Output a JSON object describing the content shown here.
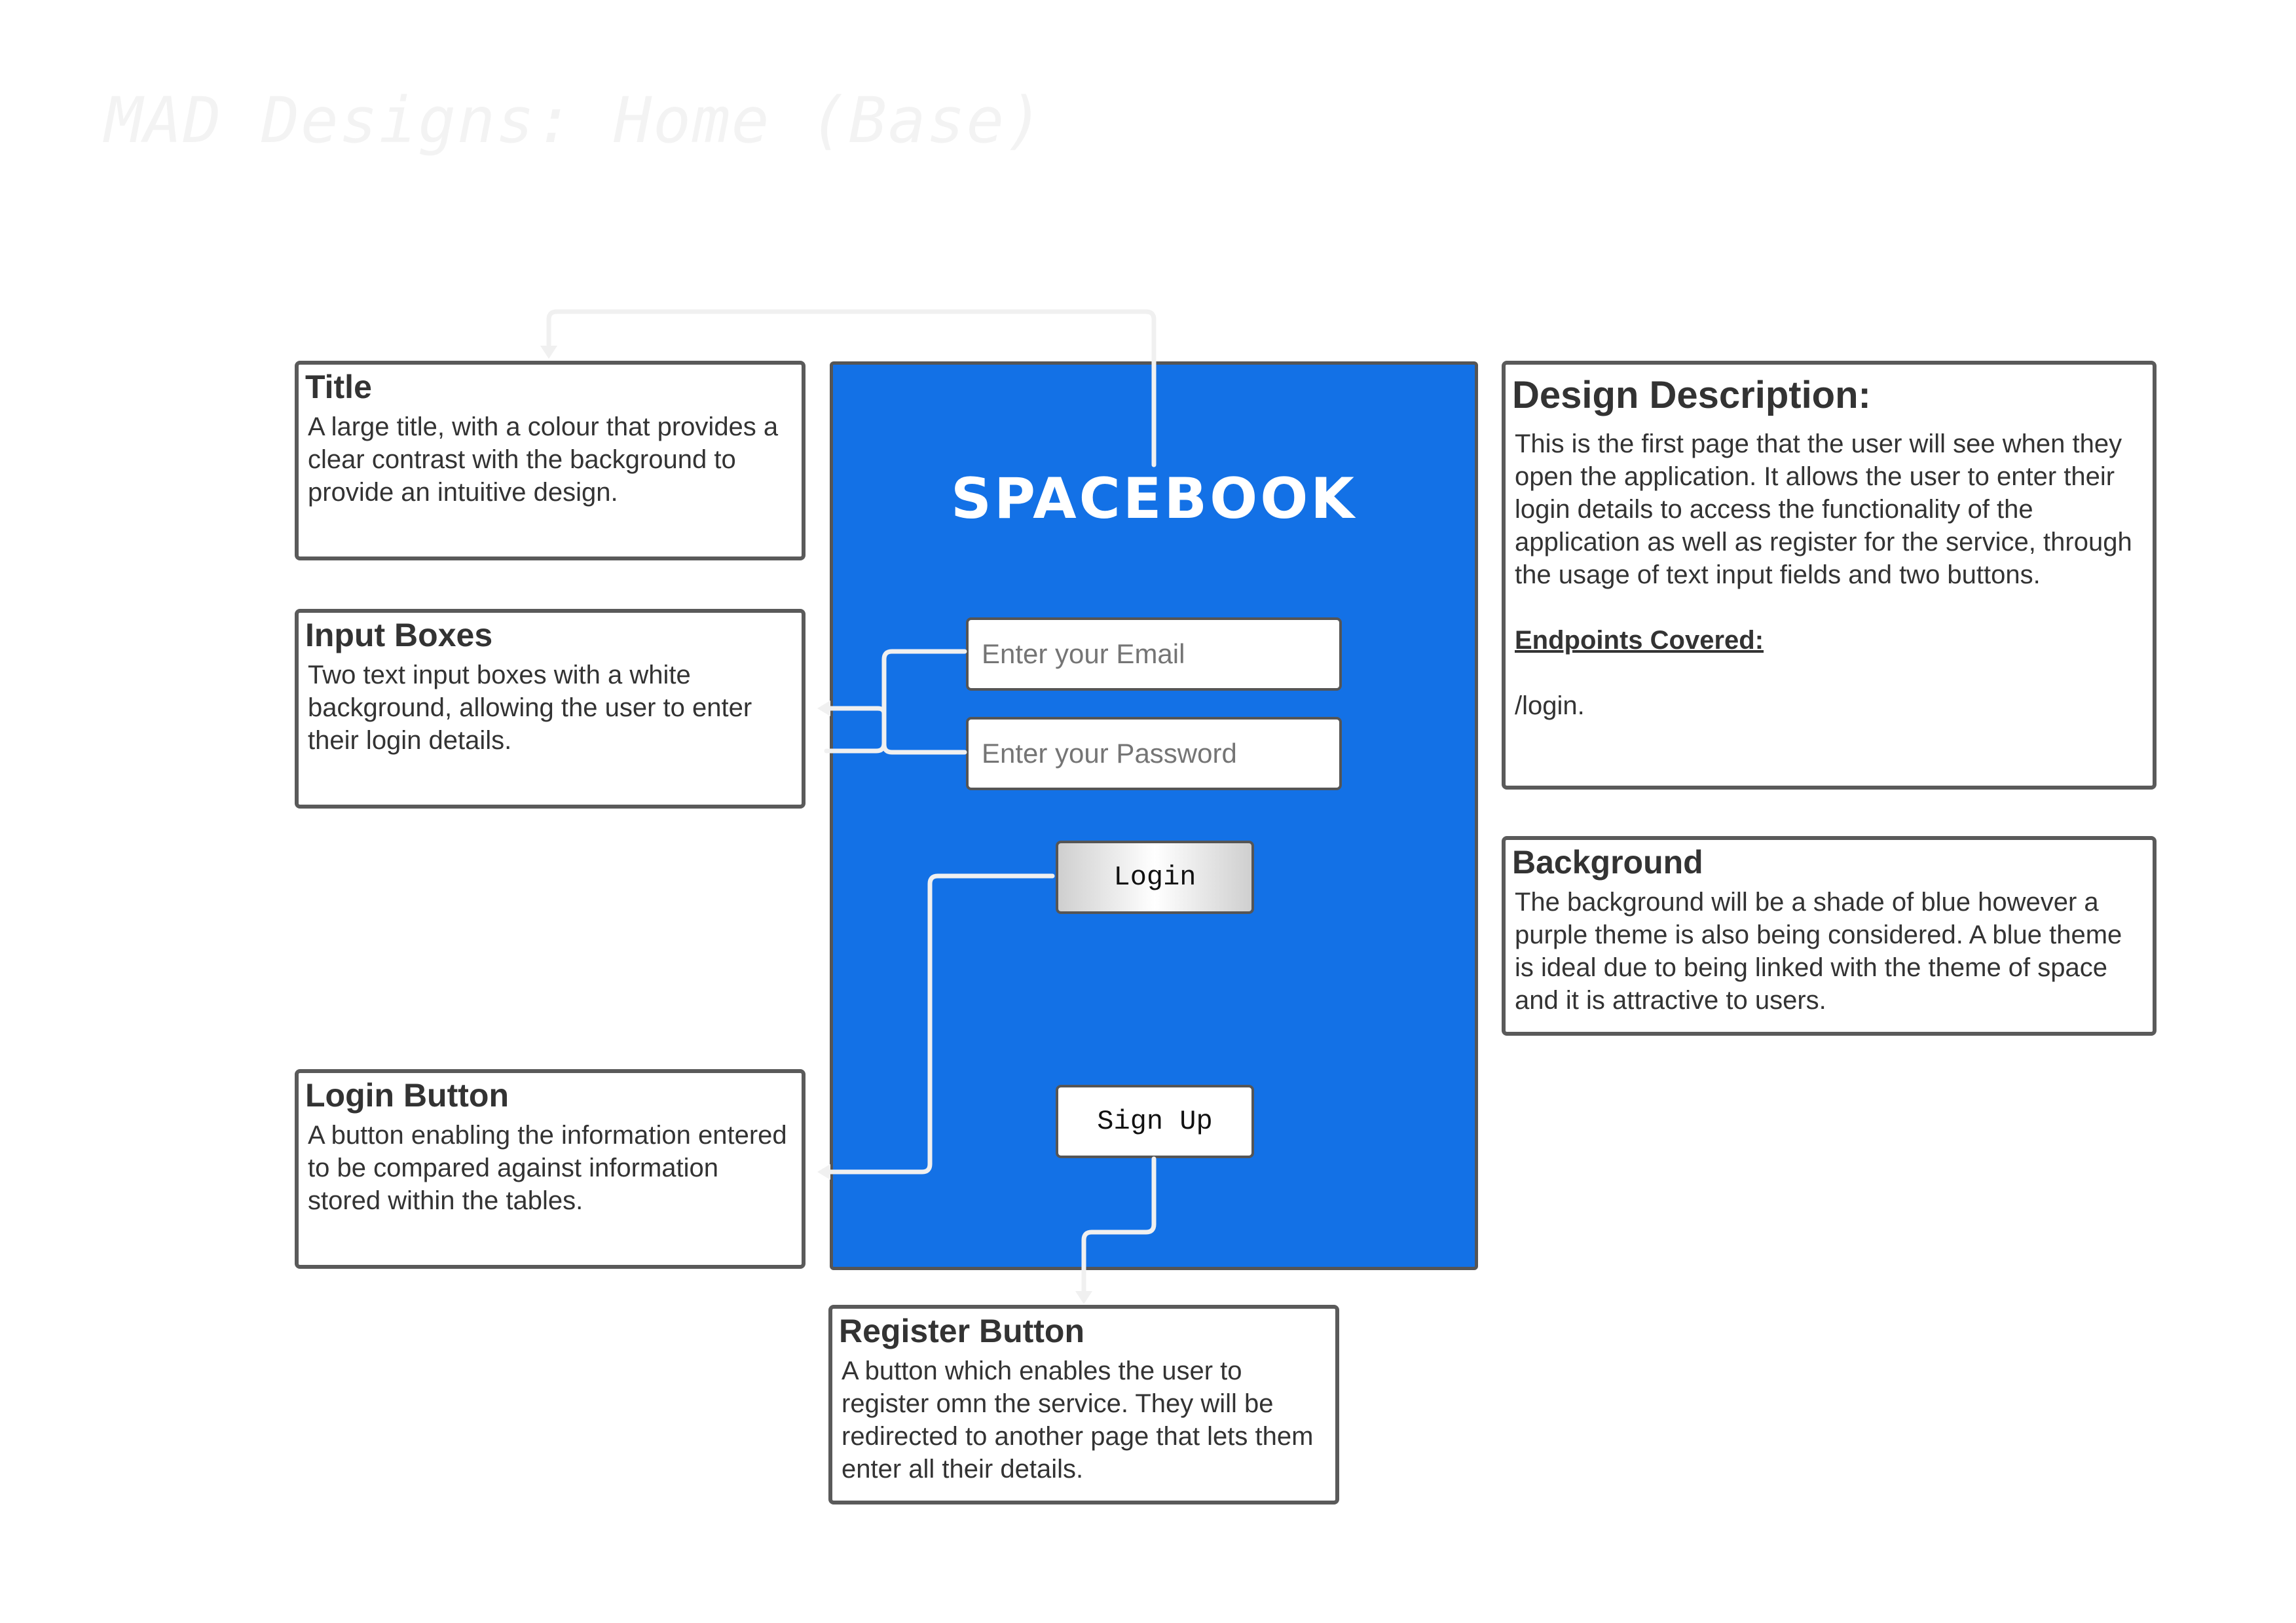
{
  "page_title": "MAD Designs: Home (Base)",
  "app": {
    "title": "SPACEBOOK",
    "email_placeholder": "Enter your Email",
    "password_placeholder": "Enter your Password",
    "login_label": "Login",
    "signup_label": "Sign Up"
  },
  "notes": {
    "title": {
      "heading": "Title",
      "body": "A large title, with a colour that provides a clear contrast with the background to provide an intuitive design."
    },
    "input_boxes": {
      "heading": "Input Boxes",
      "body": "Two text input boxes with a white background, allowing the user to enter their login details."
    },
    "login_button": {
      "heading": "Login Button",
      "body": "A button enabling the information entered to be compared against information stored within the tables."
    },
    "register_button": {
      "heading": "Register Button",
      "body": "A button which enables the user to register omn the service. They will be redirected to another page that lets them enter all their details."
    },
    "design_description": {
      "heading": "Design Description:",
      "body": "This is the first page that the user will see when they open the application. It allows the user to enter their login details to access the functionality of the application as well as register for the service, through the usage of text input fields and two buttons.",
      "endpoints_heading": "Endpoints Covered:",
      "endpoints": "/login."
    },
    "background": {
      "heading": "Background",
      "body": "The background will be a shade of blue however a purple theme is also being considered. A blue theme is ideal due to being linked with the theme of space and it is attractive to users."
    }
  },
  "colors": {
    "phone_background": "#1371e6",
    "border": "#5a5a5a",
    "connector": "#f0f0f0"
  }
}
